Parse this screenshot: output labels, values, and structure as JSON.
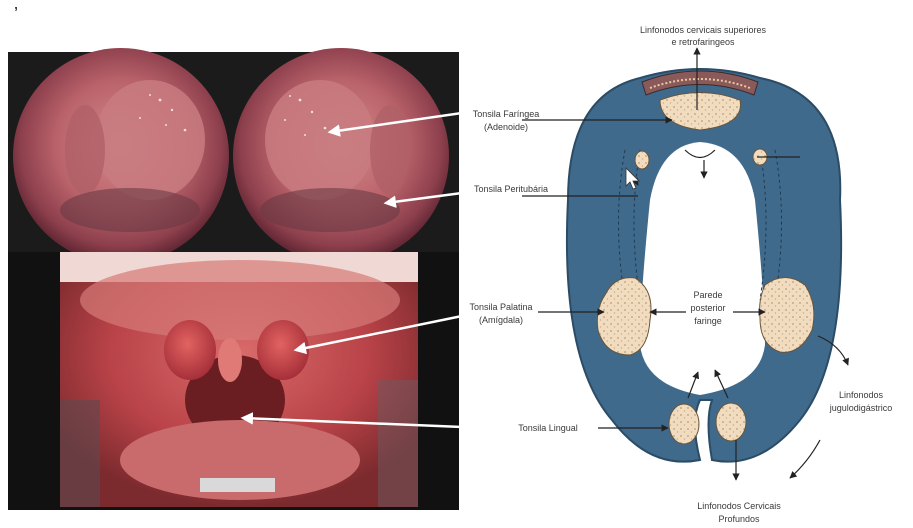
{
  "corner_mark": "’",
  "labels": {
    "top_nodes_line1": "Linfonodos cervicais superiores",
    "top_nodes_line2": "e retrofaringeos",
    "pharyngeal_tonsil_line1": "Tonsila Faríngea",
    "pharyngeal_tonsil_line2": "(Adenoide)",
    "peritubal_tonsil": "Tonsila Peritubária",
    "palatine_tonsil_line1": "Tonsila Palatina",
    "palatine_tonsil_line2": "(Amígdala)",
    "posterior_wall_line1": "Parede",
    "posterior_wall_line2": "posterior",
    "posterior_wall_line3": "faringe",
    "lingual_tonsil": "Tonsila Lingual",
    "jugulo_nodes_line1": "Linfonodos",
    "jugulo_nodes_line2": "jugulodigástrico",
    "deep_nodes_line1": "Linfonodos Cervicais",
    "deep_nodes_line2": "Profundos"
  },
  "colors": {
    "ring_blue": "#3f6a8c",
    "ring_edge": "#2b4c66",
    "tissue_beige": "#f1dcc0",
    "photo_dark": "#1a1a1a",
    "mucosa_red": "#c8585e"
  }
}
